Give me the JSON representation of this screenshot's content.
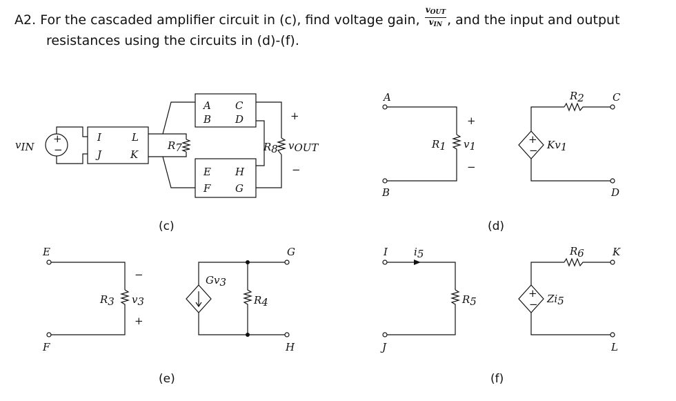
{
  "problem": {
    "label": "A2.",
    "text_before": "For the cascaded amplifier circuit in (c), find voltage gain,",
    "frac_num": "v",
    "frac_num_sub": "OUT",
    "frac_den": "v",
    "frac_den_sub": "IN",
    "text_after": ", and the input and output",
    "line2": "resistances using the circuits in (d)-(f)."
  },
  "captions": {
    "c": "(c)",
    "d": "(d)",
    "e": "(e)",
    "f": "(f)"
  },
  "circuit_c": {
    "vin": "v",
    "vin_sub": "IN",
    "box1": [
      "I",
      "L",
      "J",
      "K"
    ],
    "box2": [
      "A",
      "C",
      "B",
      "D"
    ],
    "box3": [
      "E",
      "H",
      "F",
      "G"
    ],
    "r7": "R",
    "r7_sub": "7",
    "r8": "R",
    "r8_sub": "8",
    "vout": "v",
    "vout_sub": "OUT",
    "plus": "+",
    "minus": "−"
  },
  "circuit_d": {
    "A": "A",
    "B": "B",
    "C": "C",
    "D": "D",
    "r1": "R",
    "r1_sub": "1",
    "v1": "v",
    "v1_sub": "1",
    "r2": "R",
    "r2_sub": "2",
    "src": "Kv",
    "src_sub": "1",
    "plus": "+",
    "minus": "−"
  },
  "circuit_e": {
    "E": "E",
    "F": "F",
    "G": "G",
    "H": "H",
    "r3": "R",
    "r3_sub": "3",
    "v3": "v",
    "v3_sub": "3",
    "r4": "R",
    "r4_sub": "4",
    "src": "Gv",
    "src_sub": "3",
    "plus": "+",
    "minus": "−"
  },
  "circuit_f": {
    "I": "I",
    "J": "J",
    "K": "K",
    "L": "L",
    "i5": "i",
    "i5_sub": "5",
    "r5": "R",
    "r5_sub": "5",
    "r6": "R",
    "r6_sub": "6",
    "src": "Zi",
    "src_sub": "5"
  }
}
